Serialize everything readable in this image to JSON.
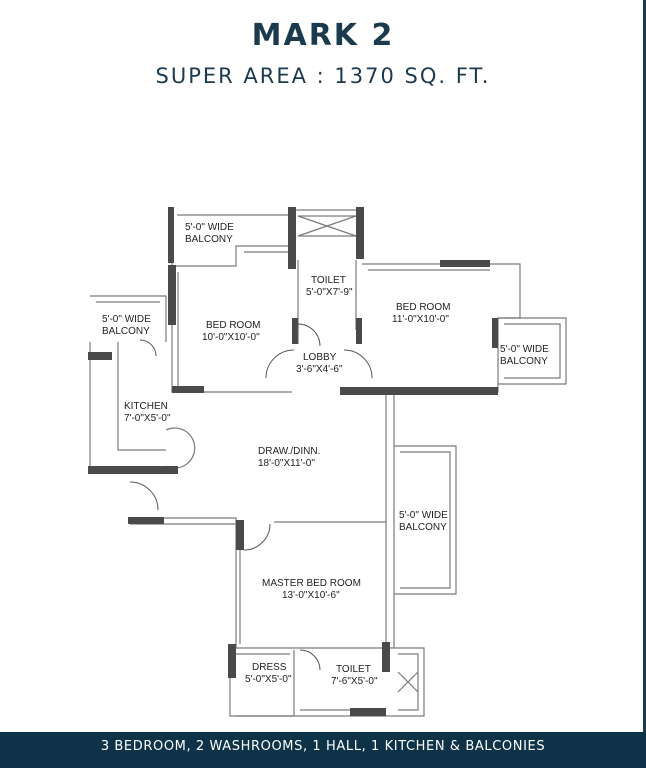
{
  "header": {
    "title": "MARK 2",
    "subtitle": "SUPER AREA : 1370 SQ. FT."
  },
  "rooms": {
    "balcony_top": {
      "name": "5'-0\" WIDE",
      "size": "BALCONY"
    },
    "balcony_left": {
      "name": "5'-0\" WIDE",
      "size": "BALCONY"
    },
    "balcony_right": {
      "name": "5'-0\" WIDE",
      "size": "BALCONY"
    },
    "balcony_lower_right": {
      "name": "5'-0\" WIDE",
      "size": "BALCONY"
    },
    "bedroom_left": {
      "name": "BED ROOM",
      "size": "10'-0\"X10'-0\""
    },
    "bedroom_right": {
      "name": "BED ROOM",
      "size": "11'-0\"X10'-0\""
    },
    "toilet_top": {
      "name": "TOILET",
      "size": "5'-0\"X7'-9\""
    },
    "lobby": {
      "name": "LOBBY",
      "size": "3'-6\"X4'-6\""
    },
    "kitchen": {
      "name": "KITCHEN",
      "size": "7'-0\"X5'-0\""
    },
    "draw_dinn": {
      "name": "DRAW./DINN.",
      "size": "18'-0\"X11'-0\""
    },
    "master_bedroom": {
      "name": "MASTER BED ROOM",
      "size": "13'-0\"X10'-6\""
    },
    "dress": {
      "name": "DRESS",
      "size": "5'-0\"X5'-0\""
    },
    "toilet_bottom": {
      "name": "TOILET",
      "size": "7'-6\"X5'-0\""
    }
  },
  "footer": {
    "text": "3 BEDROOM, 2 WASHROOMS, 1 HALL, 1 KITCHEN & BALCONIES"
  },
  "colors": {
    "brand_navy": "#1c3a4e",
    "footer_bg": "#0e3348",
    "wall_dark": "#4a4a4a",
    "wall_line": "#777777"
  }
}
